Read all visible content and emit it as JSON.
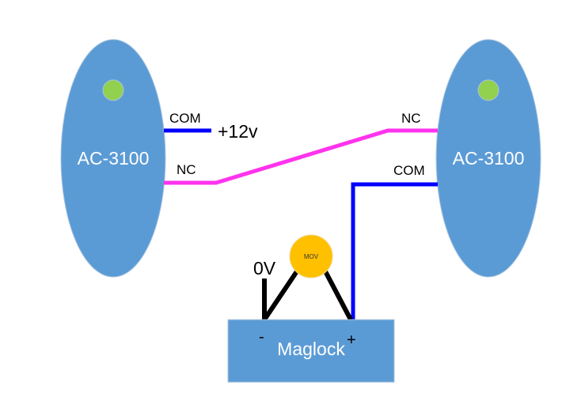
{
  "colors": {
    "reader": "#5b9bd5",
    "led": "#92d050",
    "com_wire": "#0000ff",
    "nc_wire": "#ff33ee",
    "mov": "#ffc000",
    "ground_wire": "#000000"
  },
  "left_reader": {
    "label": "AC-3100",
    "com_label": "COM",
    "nc_label": "NC",
    "supply_label": "+12v"
  },
  "right_reader": {
    "label": "AC-3100",
    "com_label": "COM",
    "nc_label": "NC"
  },
  "mov": {
    "label": "MOV"
  },
  "maglock": {
    "label": "Maglock",
    "minus": "-",
    "plus": "+"
  },
  "ground_label": "0V"
}
